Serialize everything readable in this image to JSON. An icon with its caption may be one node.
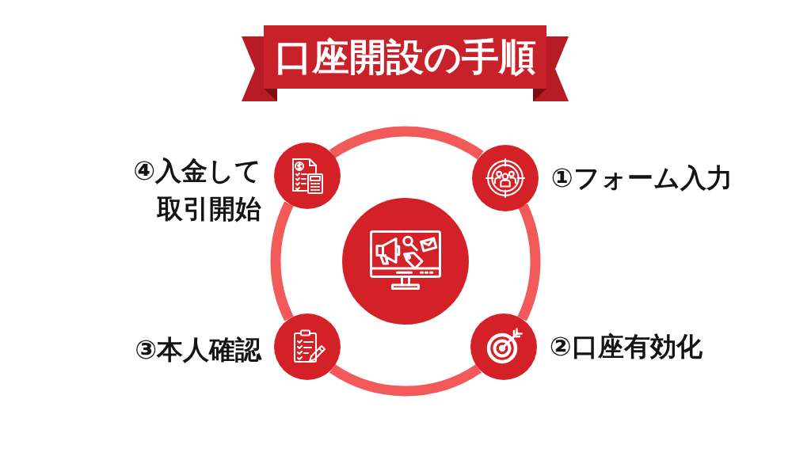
{
  "diagram": {
    "title": "口座開設の手順",
    "nodes": [
      {
        "text": [],
        "shape": "circle",
        "beside": [
          "①フォーム入力"
        ]
      },
      {
        "text": [],
        "shape": "circle",
        "beside": [
          "②口座有効化"
        ]
      },
      {
        "text": [],
        "shape": "circle",
        "beside": [
          "③本人確認"
        ]
      },
      {
        "text": [],
        "shape": "circle",
        "beside": [
          "④入金して取引開始"
        ]
      },
      {
        "text": [],
        "shape": "circle"
      }
    ],
    "edges": [
      {
        "from": 0,
        "to": 1,
        "arrow": "none"
      },
      {
        "from": 1,
        "to": 2,
        "arrow": "none"
      },
      {
        "from": 2,
        "to": 3,
        "arrow": "none"
      },
      {
        "from": 3,
        "to": 0,
        "arrow": "none"
      }
    ]
  }
}
